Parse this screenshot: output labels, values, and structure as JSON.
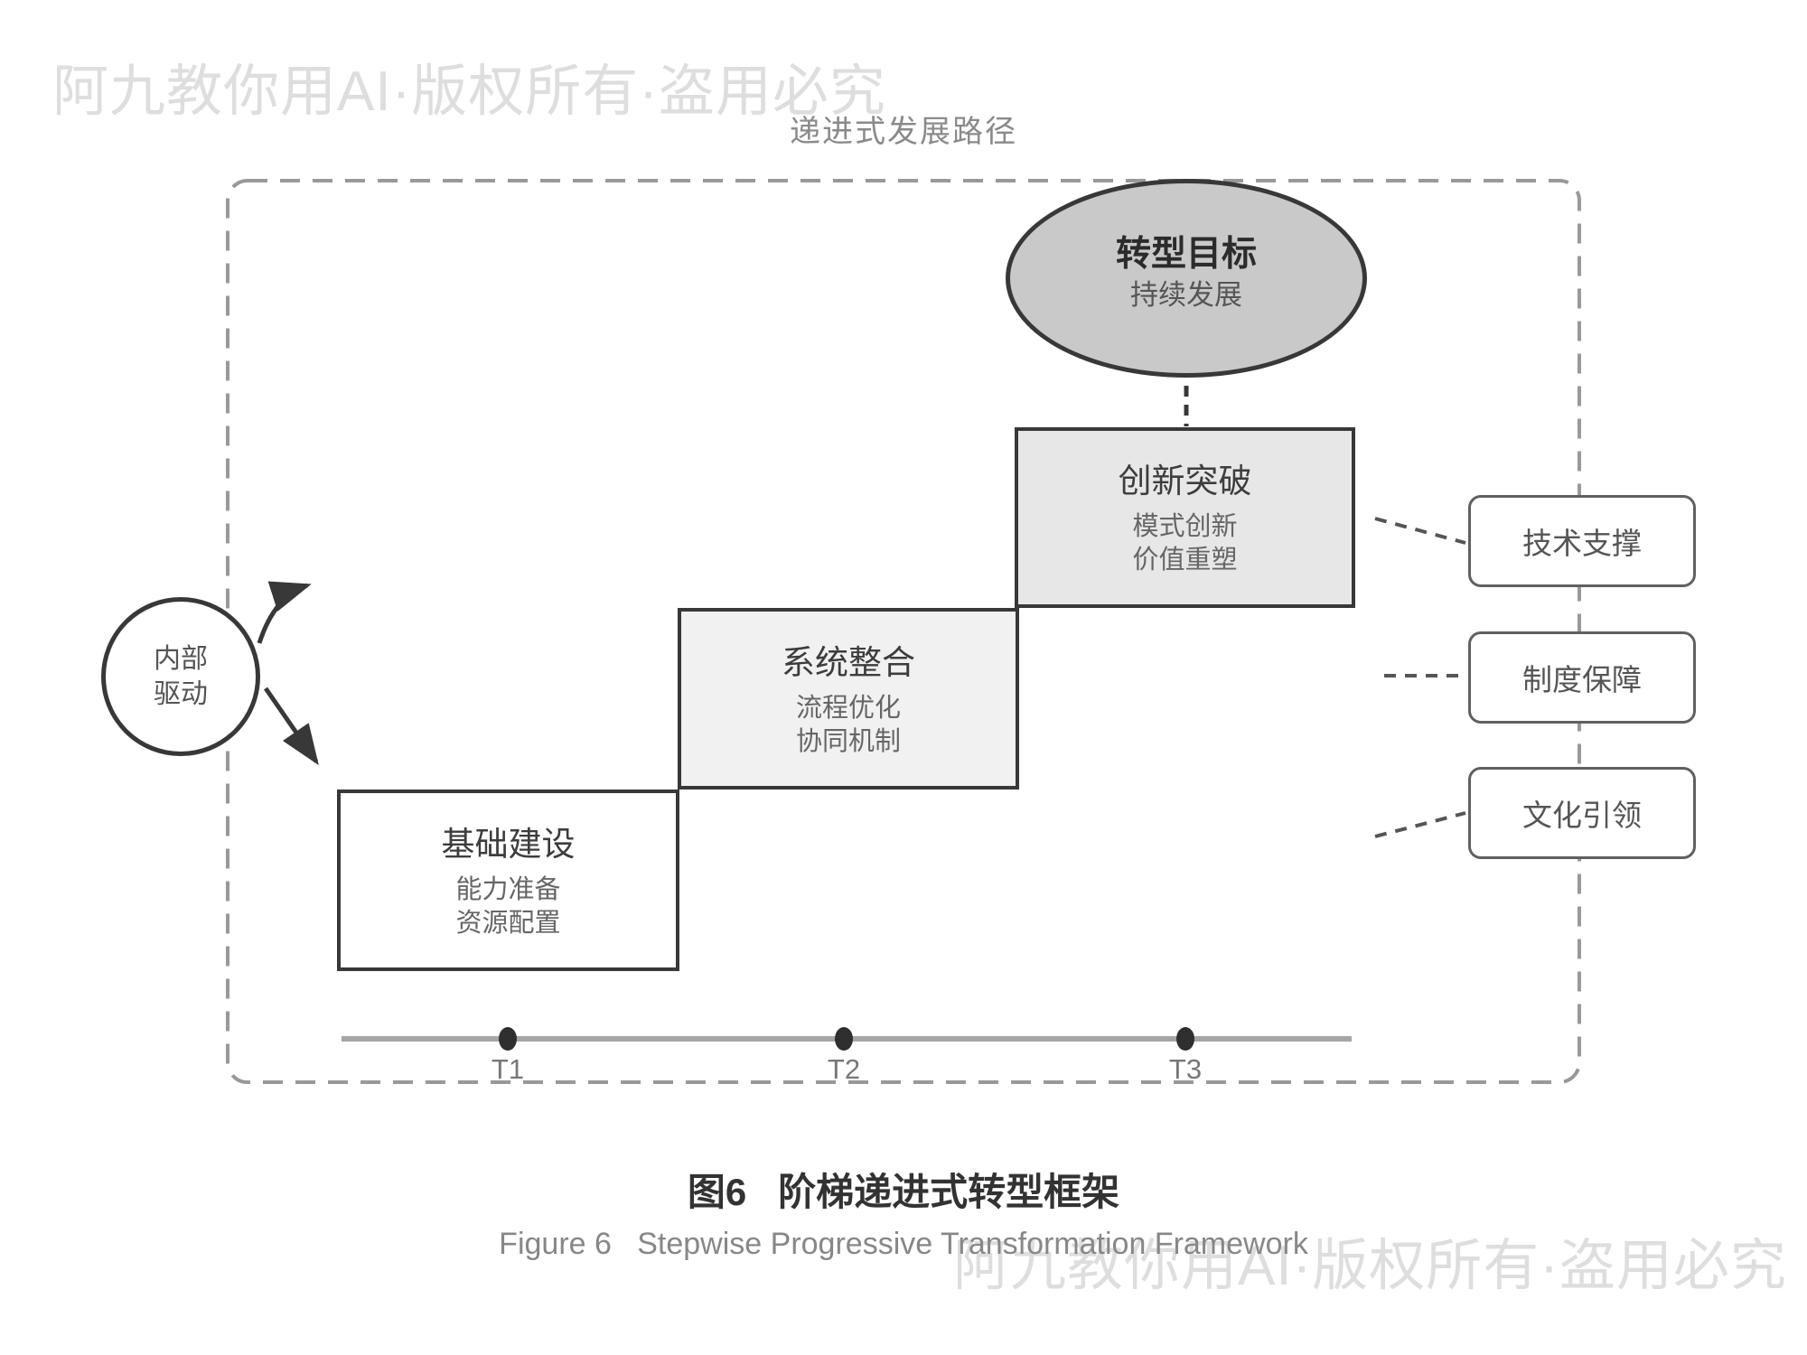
{
  "watermark": {
    "top_text": "阿九教你用AI·版权所有·盗用必究",
    "bottom_text": "阿九教你用AI·版权所有·盗用必究",
    "color": "#dedede"
  },
  "diagram": {
    "title": "递进式发展路径",
    "goal": {
      "title": "转型目标",
      "subtitle": "持续发展"
    },
    "driver": {
      "line1": "内部",
      "line2": "驱动"
    },
    "stages": [
      {
        "title": "基础建设",
        "lines": [
          "能力准备",
          "资源配置"
        ],
        "fill": "#ffffff"
      },
      {
        "title": "系统整合",
        "lines": [
          "流程优化",
          "协同机制"
        ],
        "fill": "#f1f1f1"
      },
      {
        "title": "创新突破",
        "lines": [
          "模式创新",
          "价值重塑"
        ],
        "fill": "#e7e7e7"
      }
    ],
    "supports": [
      {
        "label": "技术支撑"
      },
      {
        "label": "制度保障"
      },
      {
        "label": "文化引领"
      }
    ],
    "timeline": {
      "ticks": [
        "T1",
        "T2",
        "T3"
      ]
    },
    "goal_fill": "#c9c9c9",
    "shape_border_color": "#383838",
    "container_border_color": "#999999",
    "connector_color": "#555555",
    "timeline_color": "#a6a6a6"
  },
  "caption": {
    "zh": "图6   阶梯递进式转型框架",
    "en": "Figure 6   Stepwise Progressive Transformation Framework"
  }
}
